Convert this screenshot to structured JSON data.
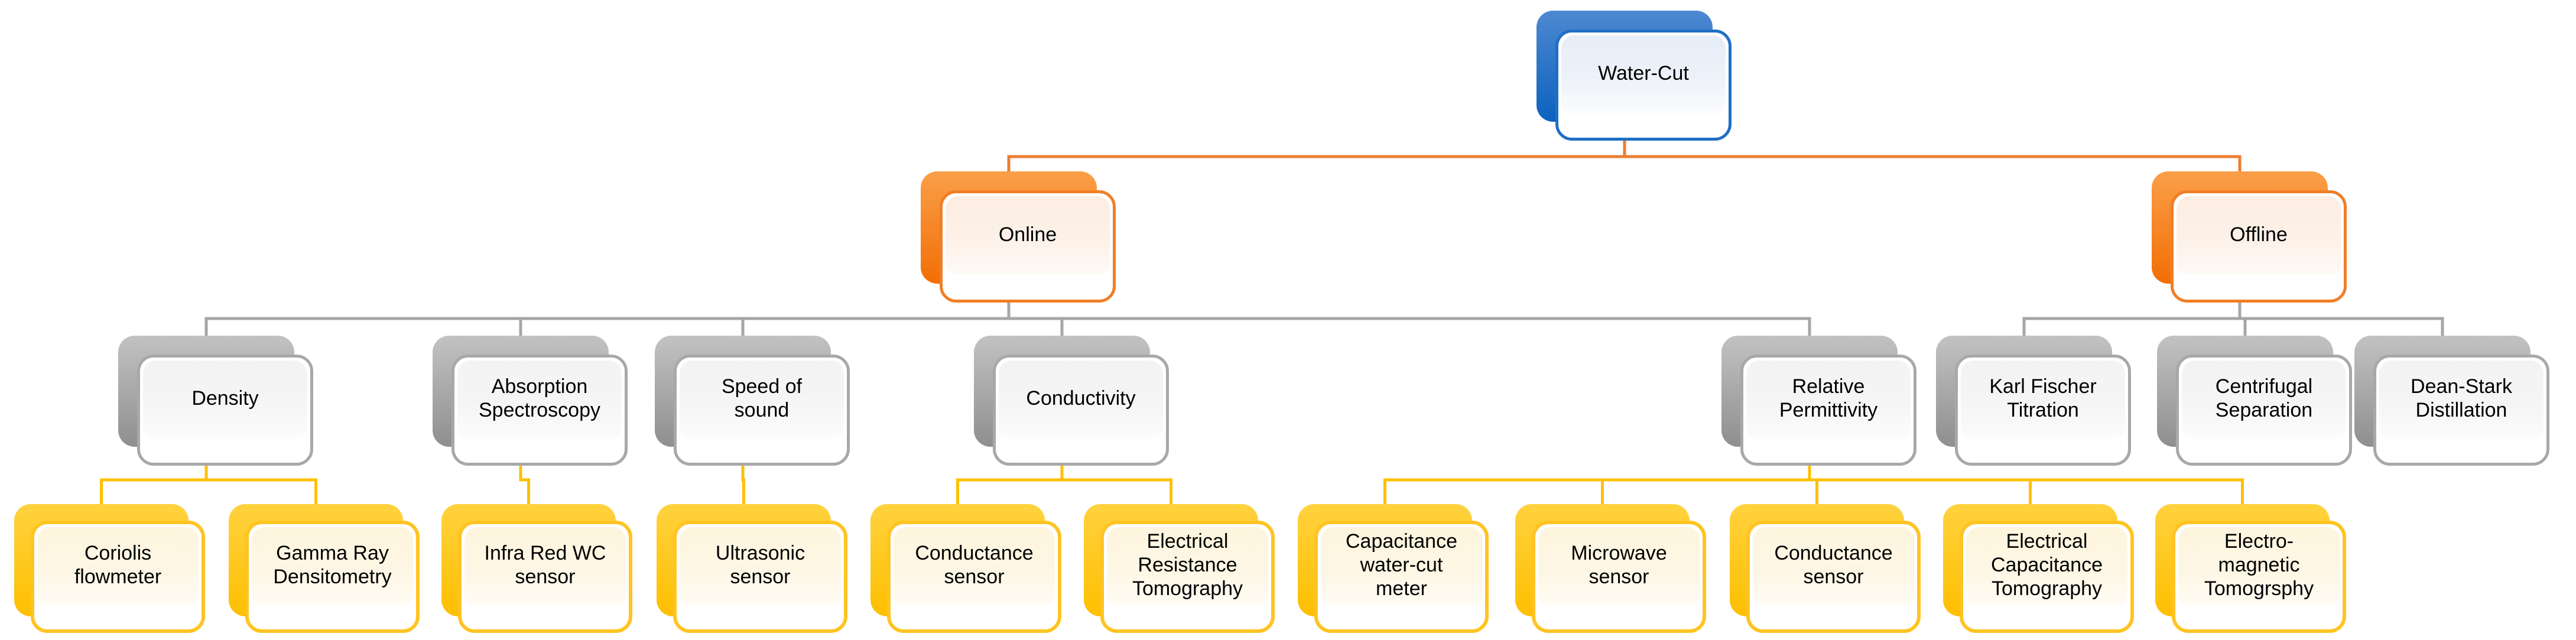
{
  "diagram": {
    "type": "org-chart",
    "root": "water-cut",
    "styles": {
      "blue": {
        "border": "#1F6FC5",
        "shadow_top": "#4E88D2",
        "shadow_bottom": "#0B62BE",
        "fill": "#E7EDF7",
        "child_connector": "#ED7D31"
      },
      "orange": {
        "border": "#F07E27",
        "shadow_top": "#FA9F49",
        "shadow_bottom": "#F26E05",
        "fill": "#FCEDE2",
        "child_connector": "#A6A6A6"
      },
      "gray": {
        "border": "#A8A8A8",
        "shadow_top": "#C2C2C2",
        "shadow_bottom": "#8F8F8F",
        "fill": "#F3F3F3",
        "child_connector": "#FFC000"
      },
      "gold": {
        "border": "#FFC423",
        "shadow_top": "#FFD23E",
        "shadow_bottom": "#FEBF01",
        "fill": "#FEF5DE",
        "child_connector": "#FFC000"
      }
    },
    "nodes": [
      {
        "id": "water-cut",
        "label": "Water-Cut",
        "style": "blue",
        "children": [
          "online",
          "offline"
        ]
      },
      {
        "id": "online",
        "label": "Online",
        "style": "orange",
        "children": [
          "density",
          "absorption",
          "speed-of-sound",
          "conductivity",
          "relative-permittivity"
        ]
      },
      {
        "id": "offline",
        "label": "Offline",
        "style": "orange",
        "children": [
          "karl-fischer",
          "centrifugal",
          "dean-stark"
        ]
      },
      {
        "id": "density",
        "label": "Density",
        "style": "gray",
        "children": [
          "coriolis",
          "gamma-ray"
        ]
      },
      {
        "id": "absorption",
        "label": "Absorption\nSpectroscopy",
        "style": "gray",
        "children": [
          "infra-red"
        ]
      },
      {
        "id": "speed-of-sound",
        "label": "Speed of\nsound",
        "style": "gray",
        "children": [
          "ultrasonic"
        ]
      },
      {
        "id": "conductivity",
        "label": "Conductivity",
        "style": "gray",
        "children": [
          "conductance-1",
          "ert"
        ]
      },
      {
        "id": "relative-permittivity",
        "label": "Relative\nPermittivity",
        "style": "gray",
        "children": [
          "capacitance",
          "microwave",
          "conductance-2",
          "ect",
          "emt"
        ]
      },
      {
        "id": "karl-fischer",
        "label": "Karl Fischer\nTitration",
        "style": "gray",
        "children": []
      },
      {
        "id": "centrifugal",
        "label": "Centrifugal\nSeparation",
        "style": "gray",
        "children": []
      },
      {
        "id": "dean-stark",
        "label": "Dean-Stark\nDistillation",
        "style": "gray",
        "children": []
      },
      {
        "id": "coriolis",
        "label": "Coriolis\nflowmeter",
        "style": "gold",
        "children": []
      },
      {
        "id": "gamma-ray",
        "label": "Gamma Ray\nDensitometry",
        "style": "gold",
        "children": []
      },
      {
        "id": "infra-red",
        "label": "Infra Red WC\nsensor",
        "style": "gold",
        "children": []
      },
      {
        "id": "ultrasonic",
        "label": "Ultrasonic\nsensor",
        "style": "gold",
        "children": []
      },
      {
        "id": "conductance-1",
        "label": "Conductance\nsensor",
        "style": "gold",
        "children": []
      },
      {
        "id": "ert",
        "label": "Electrical\nResistance\nTomography",
        "style": "gold",
        "children": []
      },
      {
        "id": "capacitance",
        "label": "Capacitance\nwater-cut\nmeter",
        "style": "gold",
        "children": []
      },
      {
        "id": "microwave",
        "label": "Microwave\nsensor",
        "style": "gold",
        "children": []
      },
      {
        "id": "conductance-2",
        "label": "Conductance\nsensor",
        "style": "gold",
        "children": []
      },
      {
        "id": "ect",
        "label": "Electrical\nCapacitance\nTomography",
        "style": "gold",
        "children": []
      },
      {
        "id": "emt",
        "label": "Electro-\nmagnetic\nTomogrsphy",
        "style": "gold",
        "children": []
      }
    ]
  }
}
